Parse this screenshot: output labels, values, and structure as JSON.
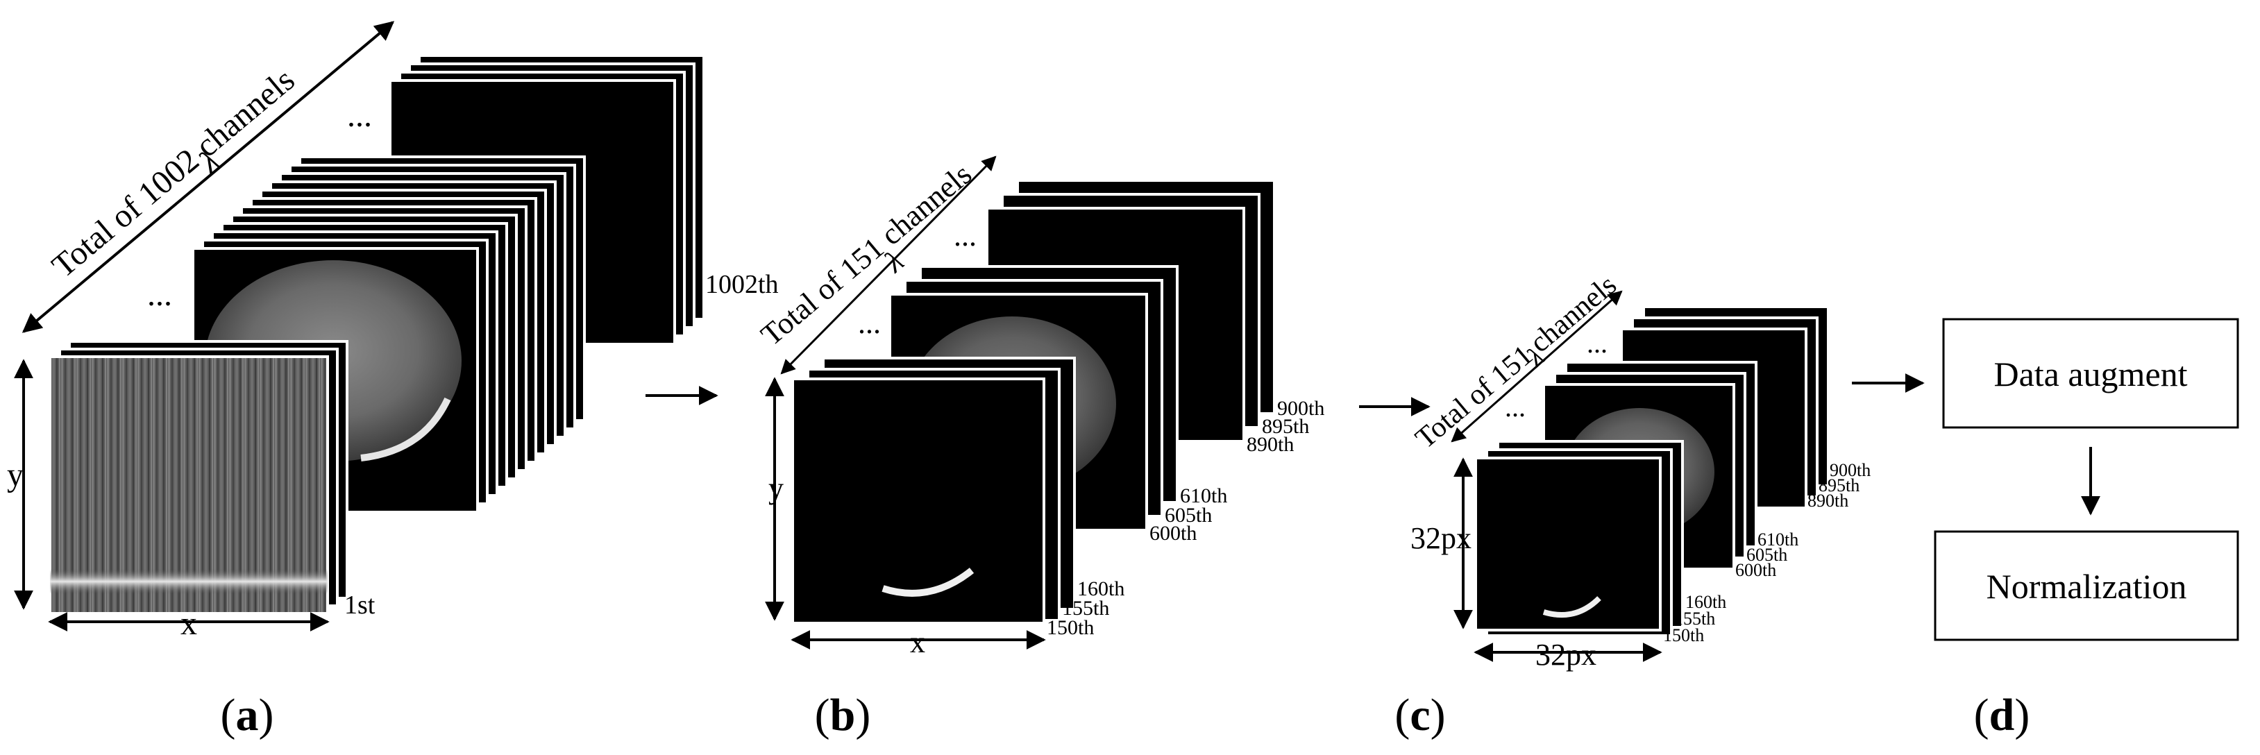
{
  "panel_a": {
    "total_label": "Total of 1002 channels",
    "lambda": "λ",
    "ellipsis": "...",
    "last_channel": "1002th",
    "first_channel": "1st",
    "x_label": "x",
    "y_label": "y",
    "caption_open": "(",
    "caption_letter": "a",
    "caption_close": ")"
  },
  "panel_b": {
    "total_label": "Total of 151 channels",
    "lambda": "λ",
    "ellipsis": "...",
    "group_high": [
      "900th",
      "895th",
      "890th"
    ],
    "group_mid": [
      "610th",
      "605th",
      "600th"
    ],
    "group_low": [
      "160th",
      "155th",
      "150th"
    ],
    "x_label": "x",
    "y_label": "y",
    "caption_open": "(",
    "caption_letter": "b",
    "caption_close": ")"
  },
  "panel_c": {
    "total_label": "Total of 151 channels",
    "lambda": "λ",
    "ellipsis": "...",
    "group_high": [
      "900th",
      "895th",
      "890th"
    ],
    "group_mid": [
      "610th",
      "605th",
      "600th"
    ],
    "group_low": [
      "160th",
      "155th",
      "150th"
    ],
    "x_label": "32px",
    "y_label": "32px",
    "caption_open": "(",
    "caption_letter": "c",
    "caption_close": ")"
  },
  "panel_d": {
    "box1": "Data augment",
    "box2": "Normalization",
    "caption_open": "(",
    "caption_letter": "d",
    "caption_close": ")"
  },
  "colors": {
    "ink": "#000000",
    "background": "#ffffff",
    "slab": "#000000"
  }
}
